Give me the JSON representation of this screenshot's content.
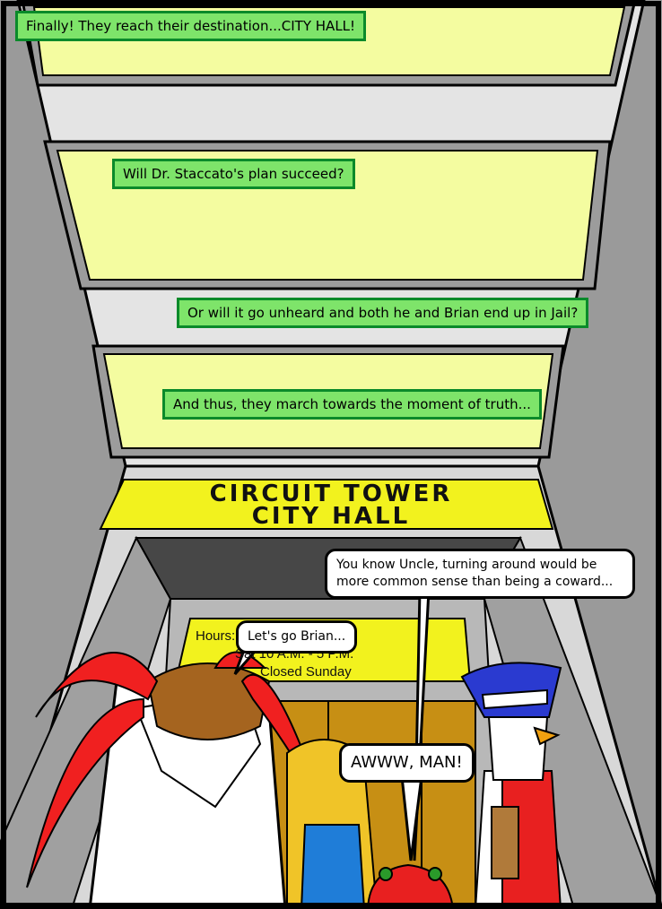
{
  "captions": [
    "Finally!  They reach their destination...CITY HALL!",
    "Will Dr. Staccato's plan succeed?",
    "Or will it go unheard and both he and Brian end up in Jail?",
    "And thus, they march towards the moment of truth..."
  ],
  "sign": {
    "line1": "CIRCUIT TOWER",
    "line2": "CITY HALL"
  },
  "hours_sign": {
    "line1": "Hours: 9 A.M. - 6 P.M.",
    "line2": "Sat 10 A.M. - 5 P.M.",
    "line3": "Closed Sunday"
  },
  "bubbles": {
    "uncle": "You know Uncle, turning around would be more common sense than being a coward...",
    "staccato": "Let's go Brian...",
    "brian": "AWWW, MAN!"
  },
  "colors": {
    "caption_bg": "#7ee46a",
    "caption_border": "#0a8a2a",
    "window_glow": "#f4fca0",
    "sign_yellow": "#f2f21e",
    "wall_gray": "#9a9a9a"
  }
}
